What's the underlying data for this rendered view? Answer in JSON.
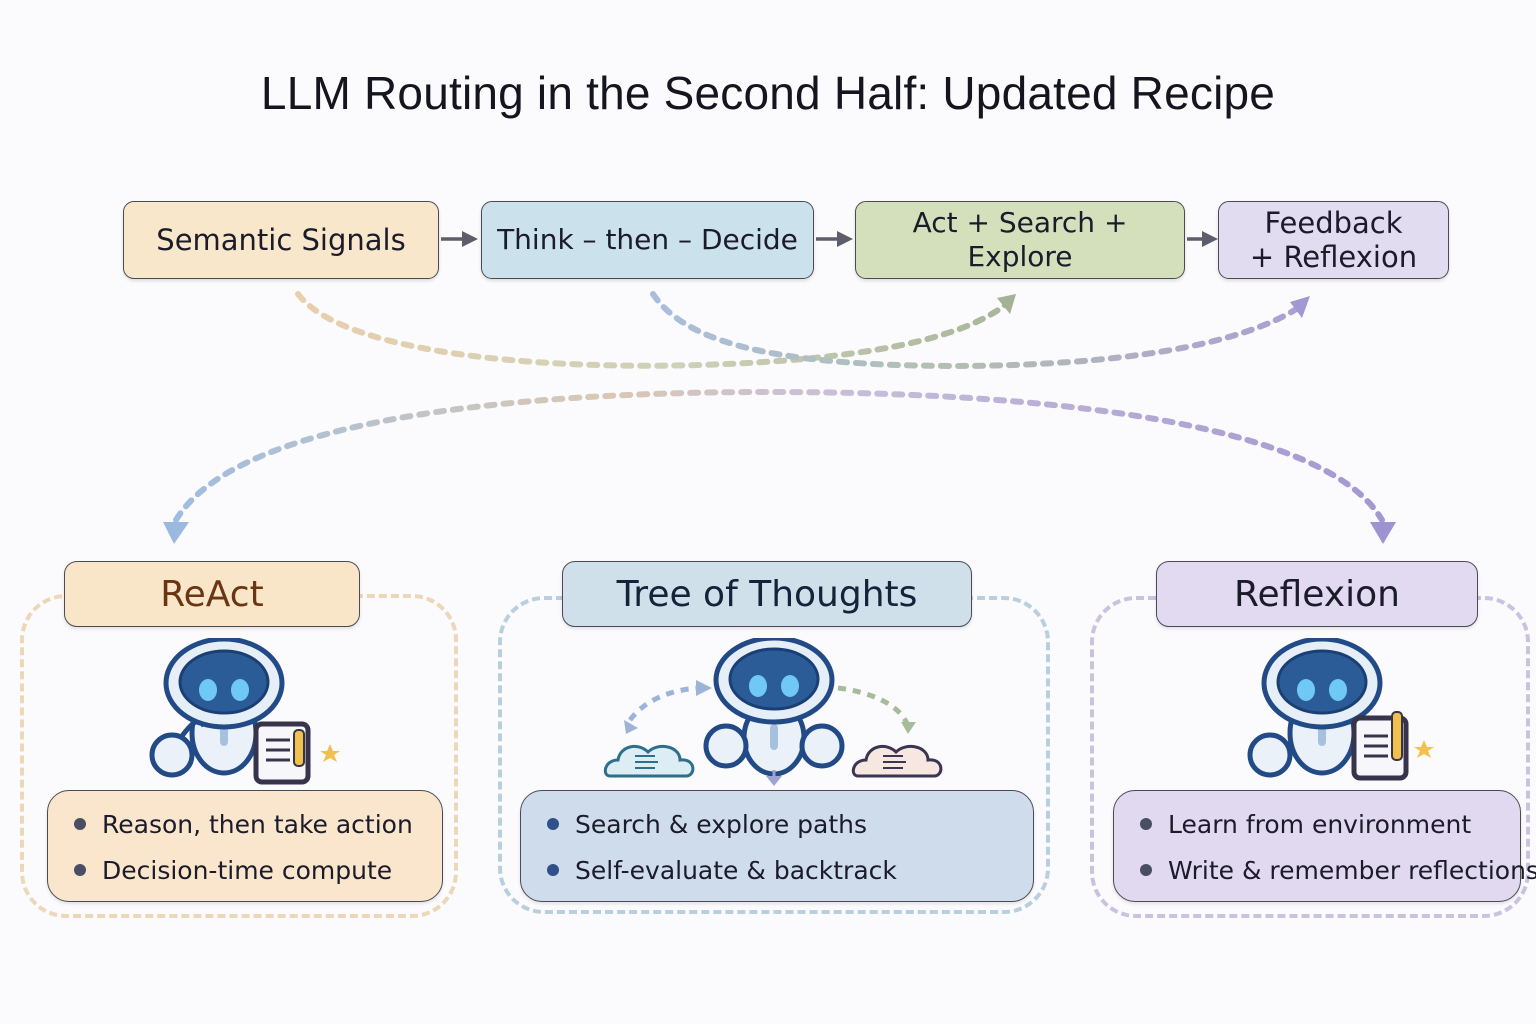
{
  "title": "LLM Routing in the Second Half: Updated Recipe",
  "flow": {
    "steps": [
      {
        "label": "Semantic Signals",
        "color": "#f9e7cb"
      },
      {
        "label": "Think – then – Decide",
        "color": "#cbe2ec"
      },
      {
        "label": "Act + Search + Explore",
        "color": "#d4e0bc"
      },
      {
        "label_line1": "Feedback",
        "label_line2": "+ Reflexion",
        "color": "#e2dcf0"
      }
    ]
  },
  "groups": [
    {
      "name": "ReAct",
      "accent": "#ecd7b8",
      "icon": "robot-with-clipboard-icon",
      "bullets": [
        "Reason, then take action",
        "Decision-time compute"
      ]
    },
    {
      "name": "Tree of Thoughts",
      "accent": "#b8cfe0",
      "icon": "robot-with-thought-clouds-icon",
      "bullets": [
        "Search & explore paths",
        "Self-evaluate & backtrack"
      ]
    },
    {
      "name": "Reflexion",
      "accent": "#cbc2e0",
      "icon": "robot-with-clipboard-icon",
      "bullets": [
        "Learn from environment",
        "Write & remember reflections"
      ]
    }
  ]
}
